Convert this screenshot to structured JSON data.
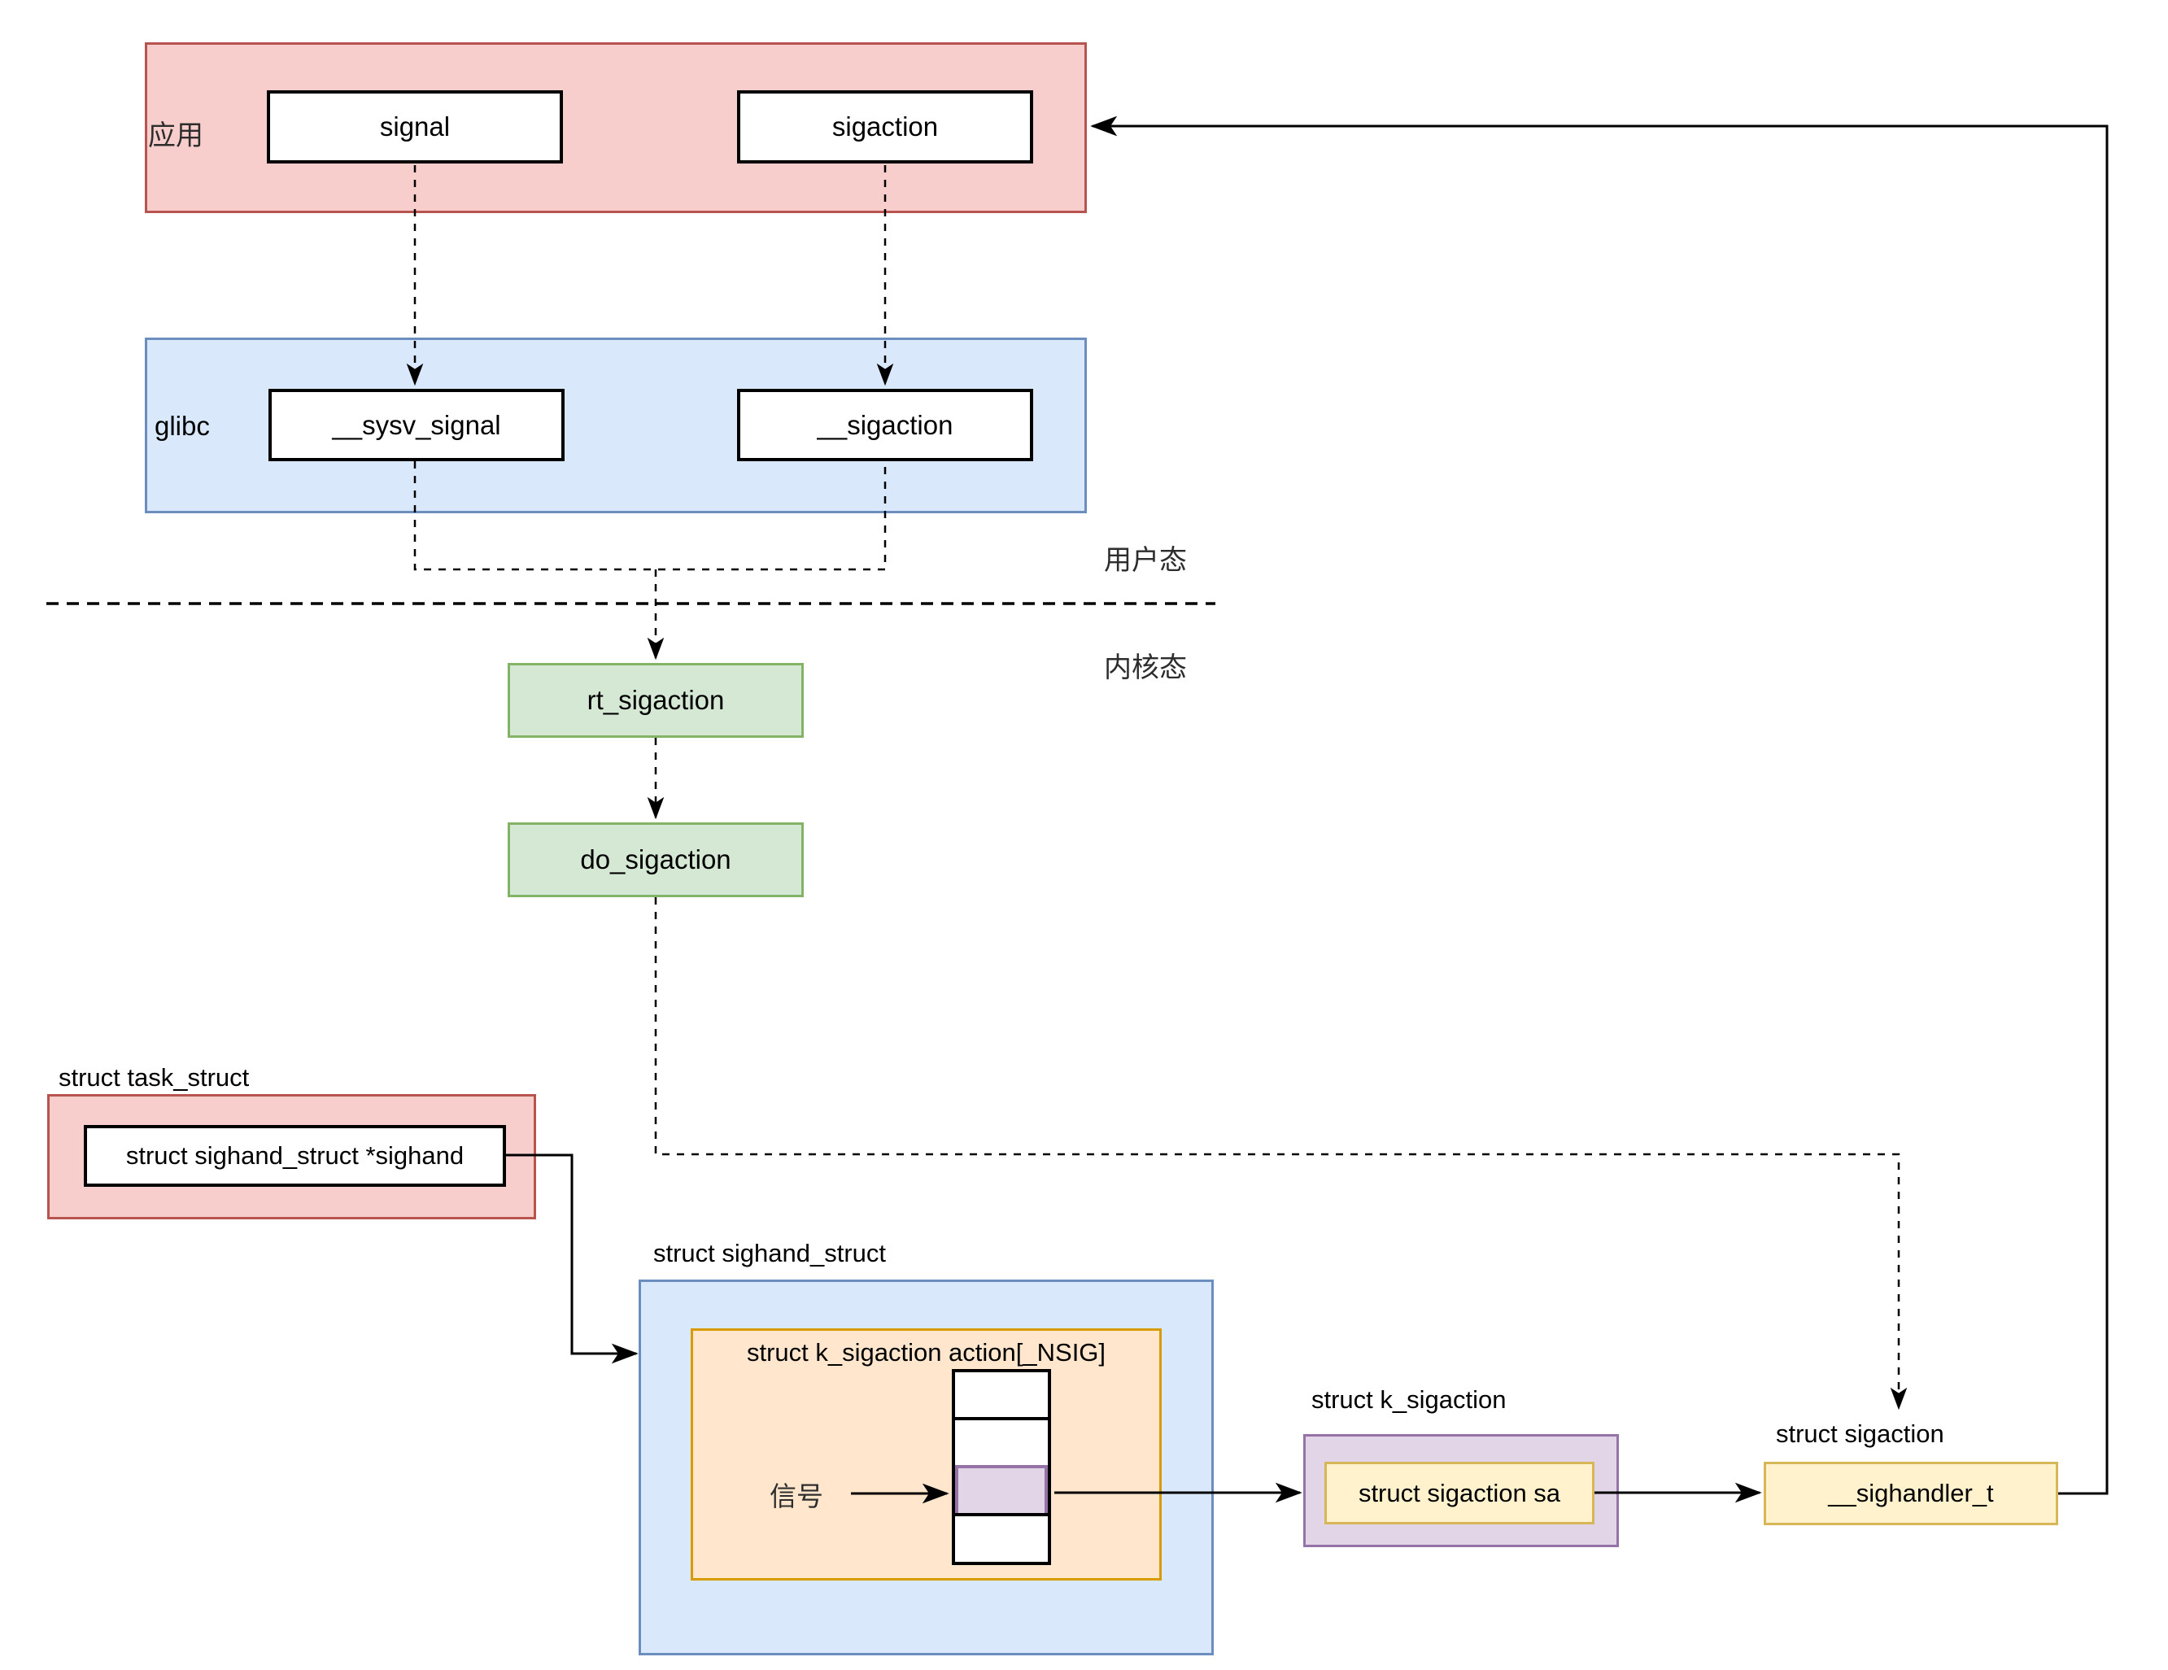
{
  "app": {
    "label": "应用",
    "signal": "signal",
    "sigaction": "sigaction"
  },
  "glibc": {
    "label": "glibc",
    "sysv_signal": "__sysv_signal",
    "sigaction": "__sigaction"
  },
  "modes": {
    "user": "用户态",
    "kernel": "内核态"
  },
  "kernel": {
    "rt_sigaction": "rt_sigaction",
    "do_sigaction": "do_sigaction"
  },
  "task_struct": {
    "title": "struct task_struct",
    "sighand_field": "struct sighand_struct *sighand"
  },
  "sighand_struct": {
    "title": "struct sighand_struct",
    "action_array_label": "struct k_sigaction action[_NSIG]",
    "signal_label": "信号",
    "array_cells": 4,
    "selected_cell_index": 3
  },
  "k_sigaction": {
    "title": "struct k_sigaction",
    "sa_field": "struct sigaction sa"
  },
  "sigaction_struct": {
    "title": "struct sigaction",
    "handler_field": "__sighandler_t"
  },
  "colors": {
    "app_fill": "#f8cecc",
    "app_stroke": "#b85450",
    "glibc_fill": "#dae8fc",
    "glibc_stroke": "#6c8ebf",
    "kernel_fill": "#d5e8d4",
    "kernel_stroke": "#82b366",
    "array_fill": "#ffe6cc",
    "array_stroke": "#d79b00",
    "ksig_fill": "#e1d5e7",
    "ksig_stroke": "#9673a6",
    "field_fill": "#fff2cc",
    "field_stroke": "#d6b656",
    "line": "#000000"
  }
}
